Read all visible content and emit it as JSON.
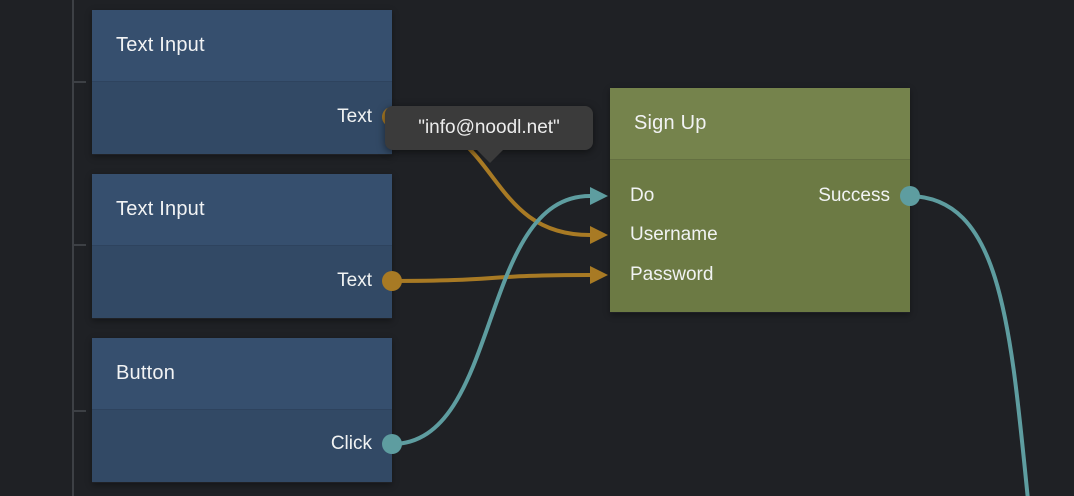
{
  "colors": {
    "background": "#1f2125",
    "ruler": "#3d4045",
    "node_blue_header": "#364f6e",
    "node_blue_body": "#324965",
    "node_olive_header": "#75834c",
    "node_olive_body": "#6c7a44",
    "teal": "#5e9da0",
    "orange": "#a87a24",
    "tooltip_bg": "#3b3b3b",
    "text": "#f2f3f4"
  },
  "tooltip": {
    "text": "\"info@noodl.net\""
  },
  "nodes": [
    {
      "title": "Text Input",
      "ports": [
        {
          "label": "Text",
          "direction": "output",
          "color": "orange"
        }
      ]
    },
    {
      "title": "Text Input",
      "ports": [
        {
          "label": "Text",
          "direction": "output",
          "color": "orange"
        }
      ]
    },
    {
      "title": "Button",
      "ports": [
        {
          "label": "Click",
          "direction": "output",
          "color": "teal"
        }
      ]
    },
    {
      "title": "Sign Up",
      "ports": [
        {
          "label": "Do",
          "direction": "input",
          "color": "teal"
        },
        {
          "label": "Username",
          "direction": "input",
          "color": "orange"
        },
        {
          "label": "Password",
          "direction": "input",
          "color": "orange"
        },
        {
          "label": "Success",
          "direction": "output",
          "color": "teal"
        }
      ]
    }
  ],
  "connections": [
    {
      "from": "Text Input 1 / Text",
      "to": "Sign Up / Do-Username",
      "color": "orange"
    },
    {
      "from": "Text Input 2 / Text",
      "to": "Sign Up / Password",
      "color": "orange"
    },
    {
      "from": "Button / Click",
      "to": "Sign Up / Do",
      "color": "teal"
    },
    {
      "from": "Sign Up / Success",
      "to": "offscreen-bottom",
      "color": "teal"
    }
  ]
}
